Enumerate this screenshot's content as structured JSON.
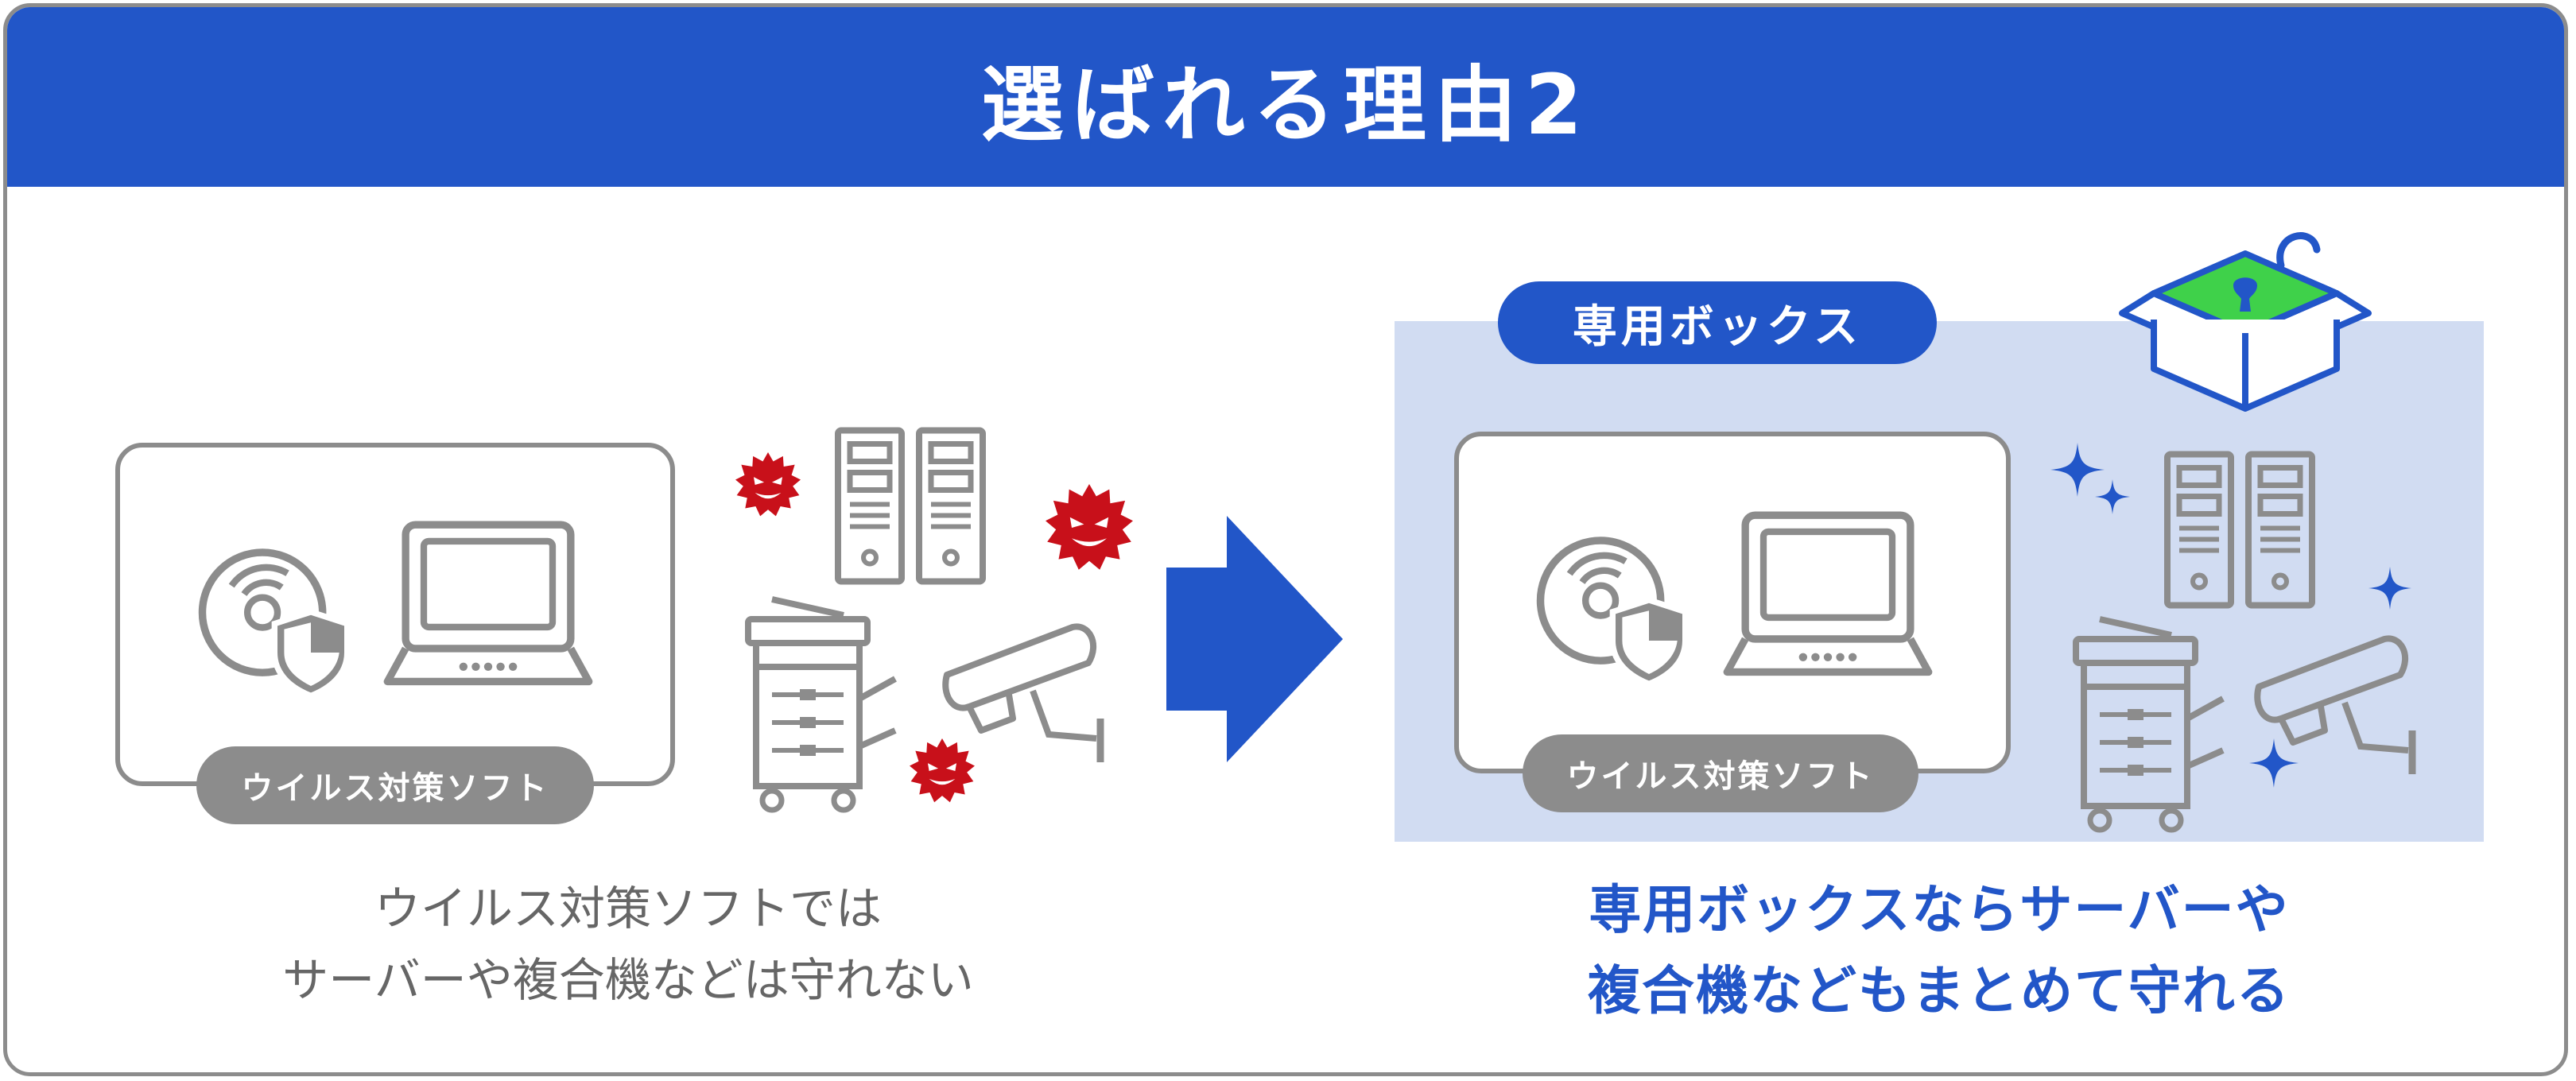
{
  "header": {
    "title": "選ばれる理由2"
  },
  "left": {
    "pill_label": "ウイルス対策ソフト",
    "caption_line1": "ウイルス対策ソフトでは",
    "caption_line2": "サーバーや複合機などは守れない"
  },
  "right": {
    "badge_label": "専用ボックス",
    "pill_label": "ウイルス対策ソフト",
    "caption_line1": "専用ボックスならサーバーや",
    "caption_line2": "複合機などもまとめて守れる"
  },
  "colors": {
    "brand_blue": "#2256c8",
    "panel_blue": "#d1dcf2",
    "icon_gray": "#8c8c8c",
    "virus_red": "#c8101a",
    "lock_green": "#3fd14a"
  },
  "icons": [
    "disc-shield-icon",
    "laptop-icon",
    "server-icon",
    "printer-icon",
    "camera-icon",
    "virus-icon",
    "arrow-right-icon",
    "sparkle-icon",
    "box-lock-icon"
  ]
}
